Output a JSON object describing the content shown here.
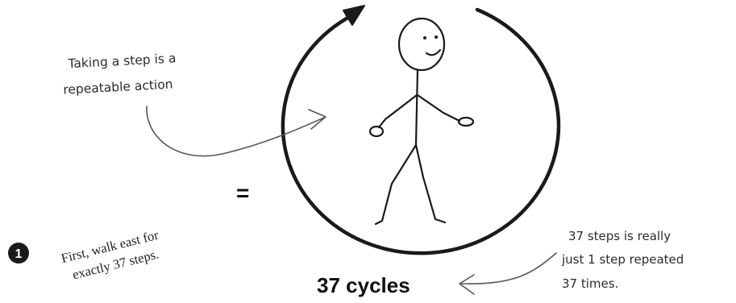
{
  "step_note": {
    "line1": "Taking a step is a",
    "line2": "repeatable action"
  },
  "instruction": {
    "number": "1",
    "line1": "First, walk east for",
    "line2": "exactly 37 steps."
  },
  "equals_sign": "=",
  "cycles_label": "37 cycles",
  "repeat_note": {
    "line1": "37 steps is really",
    "line2": "just 1 step repeated",
    "line3": "37 times."
  }
}
